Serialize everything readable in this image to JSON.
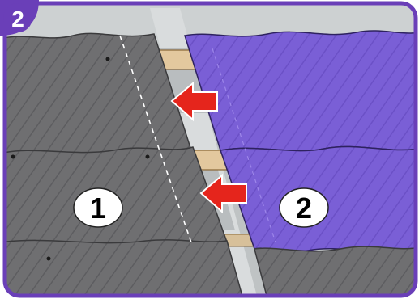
{
  "step_badge": {
    "label": "2",
    "color": "#6a3fb8"
  },
  "callouts": [
    {
      "label": "1",
      "tile_color": "#6f6f71"
    },
    {
      "label": "2",
      "tile_color": "#7a5fd6"
    }
  ],
  "arrows": {
    "count": 2,
    "color": "#e5251c",
    "direction": "left"
  },
  "frame_color": "#6a3fb8",
  "icons": [
    "step-number-badge",
    "push-arrow-icon",
    "roof-tile-row",
    "wooden-batten"
  ]
}
